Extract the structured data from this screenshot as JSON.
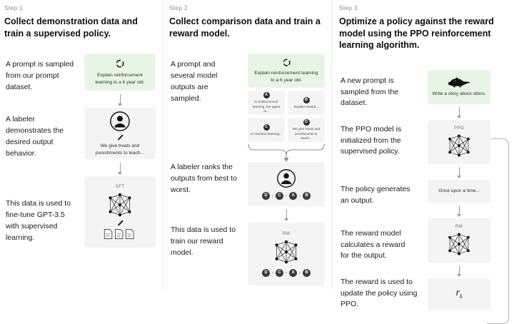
{
  "columns": [
    {
      "step_label": "Step 1",
      "title": "Collect demonstration data and train a supervised policy.",
      "captions": [
        "A prompt is sampled from our prompt dataset.",
        "A labeler demonstrates the desired output behavior.",
        "This data is used to fine-tune GPT-3.5 with supervised learning."
      ],
      "prompt_box": {
        "icon": "circular-arrows-icon",
        "text": "Explain reinforcement learning to a 6 year old.",
        "color": "#e7f6e4"
      },
      "labeler_box": {
        "icon": "labeler-person-icon",
        "pencil": "pencil-icon",
        "text": "We give treats and punishments to teach..."
      },
      "model_box": {
        "label": "SFT",
        "icon": "neural-network-icon",
        "pencil": "pencil-icon",
        "docs": "documents-icon"
      }
    },
    {
      "step_label": "Step 2",
      "title": "Collect comparison data and train a reward model.",
      "captions": [
        "A prompt and several model outputs are sampled.",
        "A labeler ranks the outputs from best to worst.",
        "This data is used to train our reward model."
      ],
      "prompt_box": {
        "icon": "circular-arrows-icon",
        "text": "Explain reinforcement learning to a 6 year old.",
        "color": "#e7f6e4"
      },
      "options": [
        {
          "badge": "A",
          "text": "In reinforcement learning, the agent is..."
        },
        {
          "badge": "B",
          "text": "Explain reward..."
        },
        {
          "badge": "C",
          "text": "In machine learning..."
        },
        {
          "badge": "D",
          "text": "We give treats and punishments to teach..."
        }
      ],
      "ranking_box": {
        "icon": "labeler-person-icon",
        "ranking": [
          "D",
          "C",
          "A",
          "B"
        ],
        "separator": "›"
      },
      "reward_model_box": {
        "label": "RM",
        "icon": "neural-network-icon",
        "ranking": [
          "D",
          "C",
          "A",
          "B"
        ],
        "separator": "›"
      }
    },
    {
      "step_label": "Step 3",
      "title": "Optimize a policy against the reward model using the PPO reinforcement learning algorithm.",
      "captions": [
        "A new prompt is sampled from the dataset.",
        "The PPO model is initialized from the supervised policy.",
        "The policy generates an output.",
        "The reward model calculates a reward for the output.",
        "The reward is used to update the policy using PPO."
      ],
      "prompt_box": {
        "icon": "otter-icon",
        "text": "Write a story about otters.",
        "color": "#e7f6e4"
      },
      "ppo_box": {
        "label": "PPO",
        "icon": "neural-network-icon"
      },
      "output_box": {
        "text": "Once upon a time..."
      },
      "reward_model_box": {
        "label": "RM",
        "icon": "neural-network-icon"
      },
      "reward_box": {
        "symbol": "r",
        "subscript": "k"
      }
    }
  ],
  "colors": {
    "prompt_green": "#e7f6e4",
    "panel_gray": "#f4f4f4",
    "arrow_gray": "#9a9a9a",
    "text": "#1b1b1b",
    "muted": "#8c8c8c"
  }
}
